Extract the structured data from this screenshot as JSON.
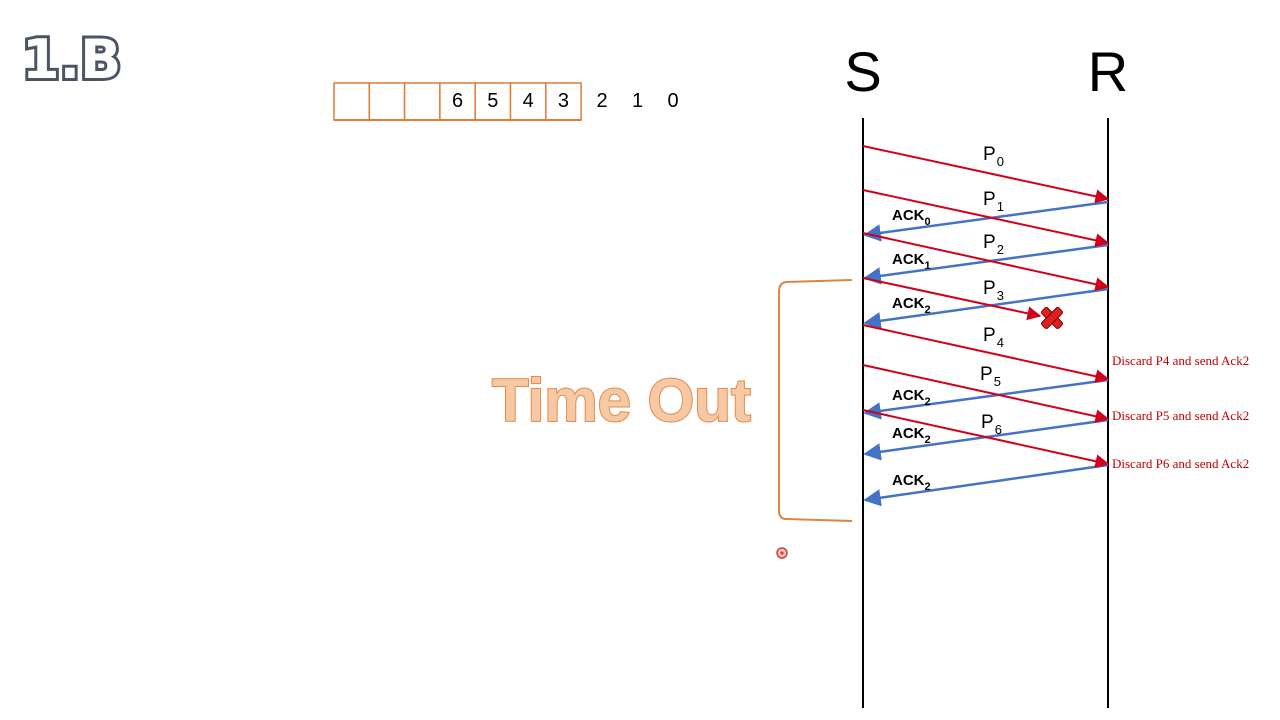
{
  "slide": {
    "title": "1.B"
  },
  "colors": {
    "data_arrow": "#d0021b",
    "ack_arrow": "#4472c4",
    "window_border": "#e07b39",
    "timeout_text": "#f6c9a4",
    "timeout_stroke": "#e58a48",
    "brace": "#d98548",
    "note_text": "#c00000",
    "lost_mark": "#e02020"
  },
  "window": {
    "cells": [
      "",
      "",
      "",
      "6",
      "5",
      "4",
      "3"
    ],
    "outside": [
      "2",
      "1",
      "0"
    ]
  },
  "nodes": {
    "sender": "S",
    "receiver": "R"
  },
  "timeout": {
    "label": "Time Out"
  },
  "packets": [
    {
      "base": "P",
      "sub": "0",
      "lost": false
    },
    {
      "base": "P",
      "sub": "1",
      "lost": false
    },
    {
      "base": "P",
      "sub": "2",
      "lost": false
    },
    {
      "base": "P",
      "sub": "3",
      "lost": true
    },
    {
      "base": "P",
      "sub": "4",
      "lost": false
    },
    {
      "base": "P",
      "sub": "5",
      "lost": false
    },
    {
      "base": "P",
      "sub": "6",
      "lost": false
    }
  ],
  "acks": [
    {
      "base": "ACK",
      "sub": "0"
    },
    {
      "base": "ACK",
      "sub": "1"
    },
    {
      "base": "ACK",
      "sub": "2"
    },
    {
      "base": "ACK",
      "sub": "2"
    },
    {
      "base": "ACK",
      "sub": "2"
    },
    {
      "base": "ACK",
      "sub": "2"
    }
  ],
  "notes": [
    "Discard P4 and send Ack2",
    "Discard P5 and send Ack2",
    "Discard P6 and send Ack2"
  ],
  "icons": {
    "lost_marker": "x-mark-icon",
    "pointer": "laser-pointer-icon"
  }
}
